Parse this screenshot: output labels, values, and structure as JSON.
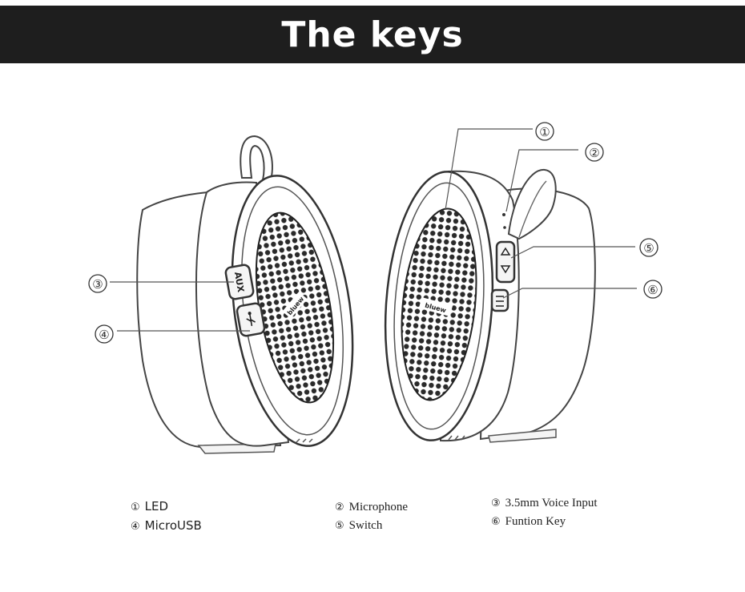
{
  "header": {
    "title": "The keys"
  },
  "callouts": [
    {
      "num": "①"
    },
    {
      "num": "②"
    },
    {
      "num": "③"
    },
    {
      "num": "④"
    },
    {
      "num": "⑤"
    },
    {
      "num": "⑥"
    }
  ],
  "device": {
    "button_aux": "AUX",
    "brand": "bluew"
  },
  "legend": [
    {
      "num": "①",
      "label": "LED"
    },
    {
      "num": "④",
      "label": "MicroUSB"
    },
    {
      "num": "②",
      "label": "Microphone"
    },
    {
      "num": "⑤",
      "label": "Switch"
    },
    {
      "num": "③",
      "label": "3.5mm Voice Input"
    },
    {
      "num": "⑥",
      "label": "Funtion Key"
    }
  ]
}
